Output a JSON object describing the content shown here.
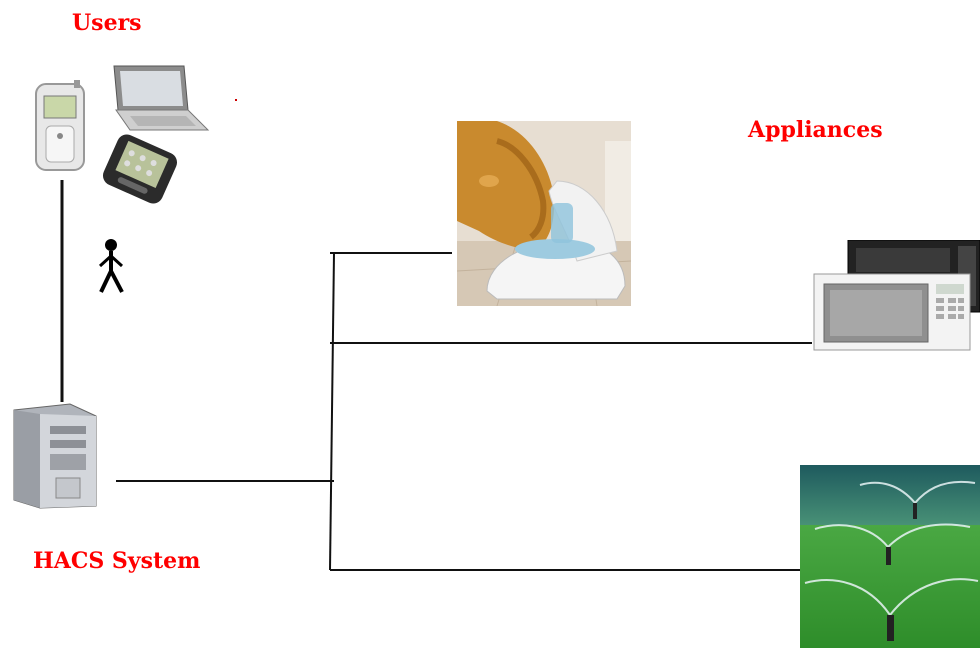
{
  "labels": {
    "users": "Users",
    "appliances": "Appliances",
    "hacs_system": "HACS System"
  },
  "colors": {
    "label": "#ff0000",
    "line": "#111111",
    "grass": "#3aa83a",
    "sky": "#2f6f6f"
  },
  "icons": {
    "users": [
      "mobile-phone-icon",
      "laptop-icon",
      "pda-icon",
      "walking-person-icon"
    ],
    "hacs": "tower-computer-icon",
    "appliances": [
      "pet-water-fountain-photo",
      "microwave-oven-photo",
      "lawn-sprinkler-photo"
    ]
  }
}
